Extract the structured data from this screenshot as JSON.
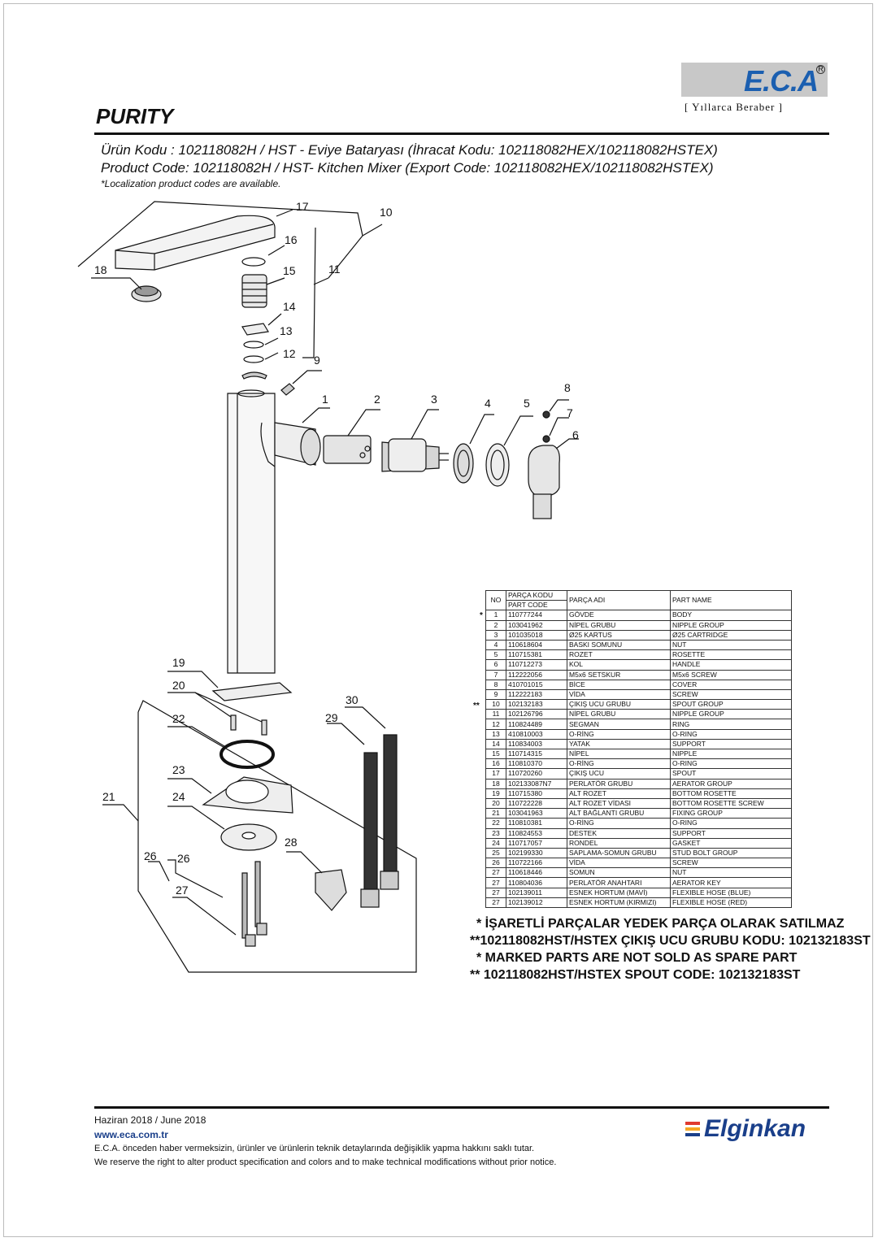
{
  "brand": {
    "logo_text": "E.C.A",
    "slogan": "[ Yıllarca Beraber ]",
    "accent_color": "#1b5fb0"
  },
  "title": "PURITY",
  "product_lines": [
    "Ürün Kodu : 102118082H / HST - Eviye Bataryası (İhracat Kodu: 102118082HEX/102118082HSTEX)",
    "Product Code: 102118082H / HST- Kitchen Mixer (Export Code: 102118082HEX/102118082HSTEX)"
  ],
  "localization_note": "*Localization product codes are available.",
  "callouts": [
    "1",
    "2",
    "3",
    "4",
    "5",
    "6",
    "7",
    "8",
    "9",
    "10",
    "11",
    "12",
    "13",
    "14",
    "15",
    "16",
    "17",
    "18",
    "19",
    "20",
    "21",
    "22",
    "23",
    "24",
    "26",
    "26",
    "27",
    "28",
    "29",
    "30"
  ],
  "table": {
    "headers": {
      "no": "NO",
      "code_tr": "PARÇA KODU",
      "code_en": "PART CODE",
      "name_tr": "PARÇA ADI",
      "name_en": "PART NAME"
    },
    "rows": [
      {
        "mark": "*",
        "no": "1",
        "code": "110777244",
        "tr": "GÖVDE",
        "en": "BODY"
      },
      {
        "mark": "",
        "no": "2",
        "code": "103041962",
        "tr": "NİPEL GRUBU",
        "en": "NIPPLE GROUP"
      },
      {
        "mark": "",
        "no": "3",
        "code": "101035018",
        "tr": "Ø25 KARTUS",
        "en": "Ø25 CARTRIDGE"
      },
      {
        "mark": "",
        "no": "4",
        "code": "110618604",
        "tr": "BASKI SOMUNU",
        "en": "NUT"
      },
      {
        "mark": "",
        "no": "5",
        "code": "110715381",
        "tr": "ROZET",
        "en": "ROSETTE"
      },
      {
        "mark": "",
        "no": "6",
        "code": "110712273",
        "tr": "KOL",
        "en": "HANDLE"
      },
      {
        "mark": "",
        "no": "7",
        "code": "112222056",
        "tr": "M5x6 SETSKUR",
        "en": "M5x6 SCREW"
      },
      {
        "mark": "",
        "no": "8",
        "code": "410701015",
        "tr": "BİCE",
        "en": "COVER"
      },
      {
        "mark": "",
        "no": "9",
        "code": "112222183",
        "tr": "VİDA",
        "en": "SCREW"
      },
      {
        "mark": "**",
        "no": "10",
        "code": "102132183",
        "tr": "ÇIKIŞ UCU GRUBU",
        "en": "SPOUT GROUP"
      },
      {
        "mark": "",
        "no": "11",
        "code": "102126796",
        "tr": "NİPEL GRUBU",
        "en": "NIPPLE GROUP"
      },
      {
        "mark": "",
        "no": "12",
        "code": "110824489",
        "tr": "SEGMAN",
        "en": "RING"
      },
      {
        "mark": "",
        "no": "13",
        "code": "410810003",
        "tr": "O-RİNG",
        "en": "O-RING"
      },
      {
        "mark": "",
        "no": "14",
        "code": "110834003",
        "tr": "YATAK",
        "en": "SUPPORT"
      },
      {
        "mark": "",
        "no": "15",
        "code": "110714315",
        "tr": "NİPEL",
        "en": "NIPPLE"
      },
      {
        "mark": "",
        "no": "16",
        "code": "110810370",
        "tr": "O-RİNG",
        "en": "O-RING"
      },
      {
        "mark": "",
        "no": "17",
        "code": "110720260",
        "tr": "ÇIKIŞ UCU",
        "en": "SPOUT"
      },
      {
        "mark": "",
        "no": "18",
        "code": "102133087N7",
        "tr": "PERLATÖR GRUBU",
        "en": "AERATOR GROUP"
      },
      {
        "mark": "",
        "no": "19",
        "code": "110715380",
        "tr": "ALT ROZET",
        "en": "BOTTOM ROSETTE"
      },
      {
        "mark": "",
        "no": "20",
        "code": "110722228",
        "tr": "ALT ROZET VİDASI",
        "en": "BOTTOM ROSETTE SCREW"
      },
      {
        "mark": "",
        "no": "21",
        "code": "103041963",
        "tr": "ALT BAĞLANTI GRUBU",
        "en": "FIXING GROUP"
      },
      {
        "mark": "",
        "no": "22",
        "code": "110810381",
        "tr": "O-RİNG",
        "en": "O-RING"
      },
      {
        "mark": "",
        "no": "23",
        "code": "110824553",
        "tr": "DESTEK",
        "en": "SUPPORT"
      },
      {
        "mark": "",
        "no": "24",
        "code": "110717057",
        "tr": "RONDEL",
        "en": "GASKET"
      },
      {
        "mark": "",
        "no": "25",
        "code": "102199330",
        "tr": "SAPLAMA-SOMUN GRUBU",
        "en": "STUD BOLT GROUP"
      },
      {
        "mark": "",
        "no": "26",
        "code": "110722166",
        "tr": "VİDA",
        "en": "SCREW"
      },
      {
        "mark": "",
        "no": "27",
        "code": "110618446",
        "tr": "SOMUN",
        "en": "NUT"
      },
      {
        "mark": "",
        "no": "27",
        "code": "110804036",
        "tr": "PERLATÖR ANAHTARI",
        "en": "AERATOR KEY"
      },
      {
        "mark": "",
        "no": "27",
        "code": "102139011",
        "tr": "ESNEK HORTUM (MAVİ)",
        "en": "FLEXIBLE HOSE (BLUE)"
      },
      {
        "mark": "",
        "no": "27",
        "code": "102139012",
        "tr": "ESNEK HORTUM (KIRMIZI)",
        "en": "FLEXIBLE HOSE (RED)"
      }
    ]
  },
  "footnotes": [
    "* İŞARETLİ PARÇALAR YEDEK PARÇA OLARAK SATILMAZ",
    "**102118082HST/HSTEX ÇIKIŞ UCU GRUBU KODU: 102132183ST",
    "* MARKED PARTS ARE NOT SOLD AS SPARE PART",
    "** 102118082HST/HSTEX SPOUT CODE: 102132183ST"
  ],
  "footer": {
    "date": "Haziran 2018 / June 2018",
    "url": "www.eca.com.tr",
    "disclaimer_tr": "E.C.A. önceden haber vermeksizin, ürünler ve ürünlerin teknik detaylarında değişiklik yapma hakkını saklı tutar.",
    "disclaimer_en": "We reserve the right to alter product specification and colors and to make technical modifications without prior notice.",
    "elginkan_logo": "Elginkan",
    "elginkan_colors": [
      "#e03a2f",
      "#f5a623",
      "#1a3f8a"
    ]
  }
}
